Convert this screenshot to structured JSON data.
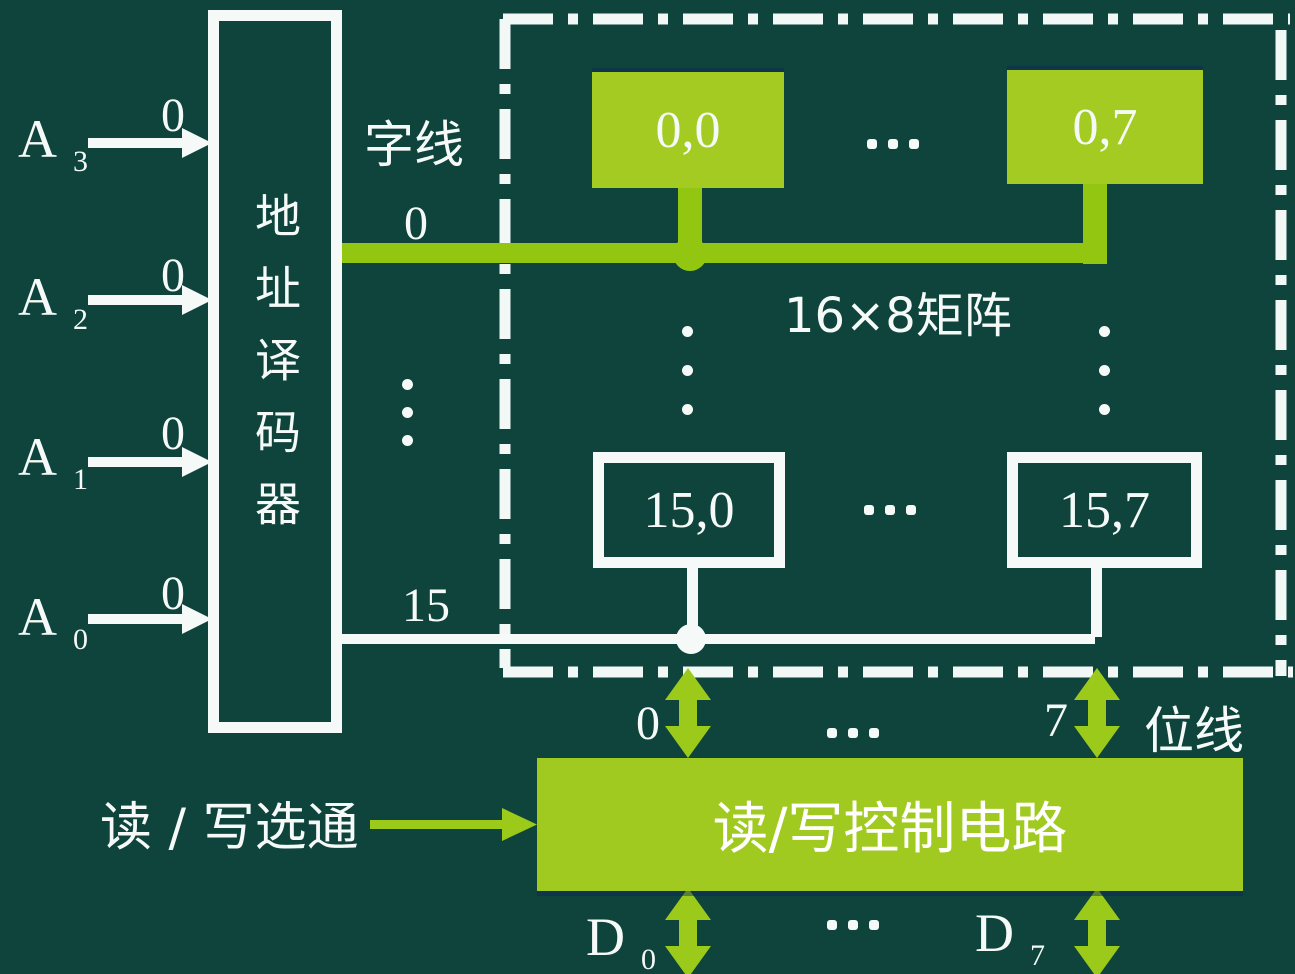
{
  "diagram_title": "16x8 memory cell matrix with address decoder",
  "colors": {
    "background": "#0e443c",
    "accent_green": "#a3cb21",
    "line_green": "#93c611",
    "white": "#f5faf8"
  },
  "address_inputs": {
    "items": [
      {
        "base": "A",
        "sub": "3",
        "bit": "0"
      },
      {
        "base": "A",
        "sub": "2",
        "bit": "0"
      },
      {
        "base": "A",
        "sub": "1",
        "bit": "0"
      },
      {
        "base": "A",
        "sub": "0",
        "bit": "0"
      }
    ]
  },
  "decoder": {
    "label": "地址译码器"
  },
  "word_lines": {
    "label": "字线",
    "row0": "0",
    "row15": "15"
  },
  "matrix": {
    "title": "16×8矩阵",
    "cells": {
      "c00": "0,0",
      "c07": "0,7",
      "c150": "15,0",
      "c157": "15,7"
    }
  },
  "bit_lines": {
    "label": "位线",
    "b0": "0",
    "b7": "7"
  },
  "control": {
    "strobe_label": "读 / 写选通",
    "box_label": "读/写控制电路"
  },
  "data_lines": {
    "d0": {
      "base": "D",
      "sub": "0"
    },
    "d7": {
      "base": "D",
      "sub": "7"
    }
  },
  "icons": {
    "h_ellipsis": "···",
    "v_ellipsis": "⋮"
  }
}
